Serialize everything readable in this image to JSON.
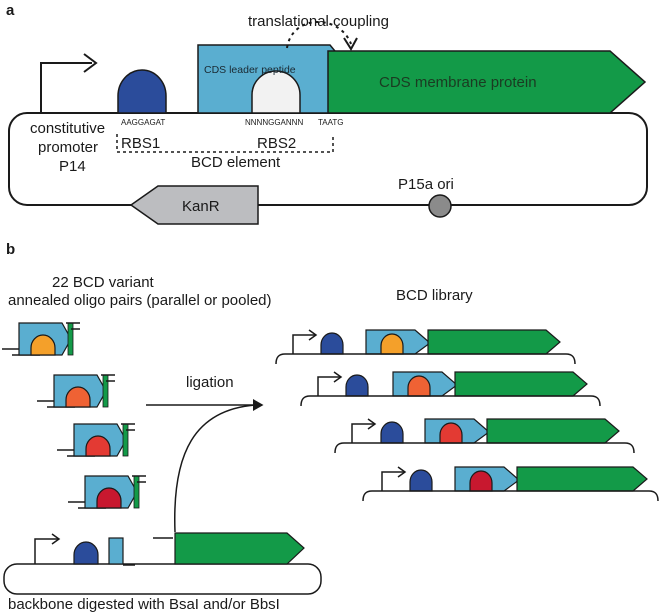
{
  "panels": {
    "a": "a",
    "b": "b"
  },
  "panel_a": {
    "translational_coupling": "translational coupling",
    "cds_leader": "CDS leader peptide",
    "cds_membrane": "CDS membrane protein",
    "rbs1_seq": "AAGGAGAT",
    "rbs2_seq": "NNNNGGANNN",
    "stop_seq": "TAATG",
    "promoter_line1": "constitutive",
    "promoter_line2": "promoter",
    "promoter_line3": "P14",
    "rbs1": "RBS1",
    "rbs2": "RBS2",
    "bcd_element": "BCD element",
    "ori": "P15a ori",
    "kanr": "KanR"
  },
  "panel_b": {
    "variant_line1": "22 BCD variant",
    "variant_line2": "annealed oligo pairs  (parallel or pooled)",
    "library": "BCD library",
    "ligation": "ligation",
    "backbone": "backbone digested with BsaI and/or BbsI"
  },
  "colors": {
    "rbs_blue": "#2b4c9b",
    "leader_blue": "#5aaed0",
    "cds_green": "#139a48",
    "kanr_grey": "#bcbdc0",
    "variant_colors": [
      "#f4a02a",
      "#ef6234",
      "#e33a33",
      "#c8182f"
    ]
  }
}
